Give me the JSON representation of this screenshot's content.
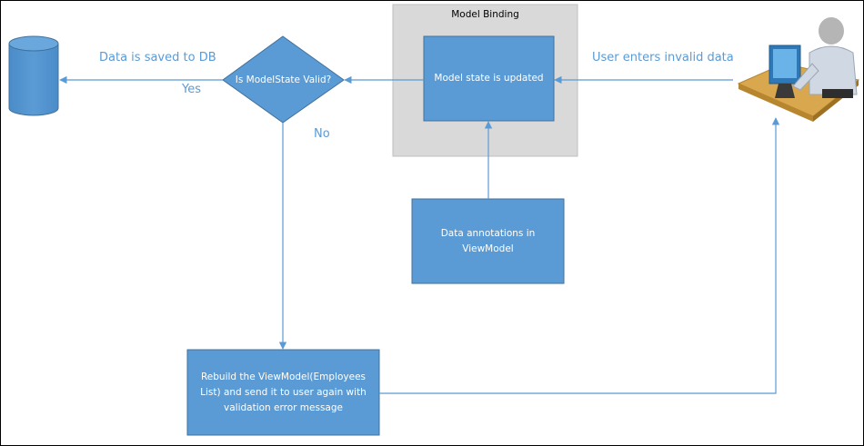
{
  "diagram": {
    "group_title": "Model Binding",
    "model_state_box": "Model state is updated",
    "decision": "Is ModelState Valid?",
    "db_label": "Data is saved to DB",
    "yes_label": "Yes",
    "no_label": "No",
    "user_label": "User enters invalid data",
    "annotations_box": "Data annotations in ViewModel",
    "rebuild_box": "Rebuild the ViewModel(Employees List) and send it to user again with validation error message"
  },
  "colors": {
    "box_fill": "#5b9bd5",
    "box_stroke": "#41719c",
    "connector": "#5b9bd5",
    "group_fill": "#d9d9d9",
    "group_stroke": "#bfbfbf",
    "label_text": "#5b9bd5"
  },
  "icons": [
    "database-icon",
    "user-at-computer-icon"
  ]
}
